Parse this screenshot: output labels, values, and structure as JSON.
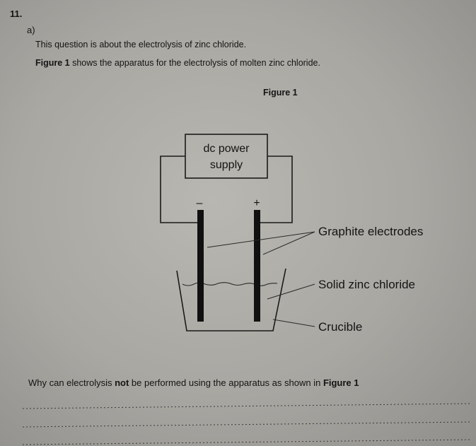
{
  "question": {
    "number": "11.",
    "part": "a)",
    "intro": "This question is about the electrolysis of zinc chloride.",
    "figure_ref_bold": "Figure 1",
    "figure_ref_rest": " shows the apparatus for the electrolysis of molten zinc chloride.",
    "prompt_before": "Why can electrolysis ",
    "prompt_bold": "not",
    "prompt_after": " be performed using the apparatus as shown in ",
    "prompt_figure": "Figure 1"
  },
  "figure": {
    "title": "Figure 1",
    "power_supply_line1": "dc power",
    "power_supply_line2": "supply",
    "negative_sign": "–",
    "positive_sign": "+",
    "label_electrodes": "Graphite electrodes",
    "label_solid": "Solid zinc chloride",
    "label_crucible": "Crucible"
  }
}
